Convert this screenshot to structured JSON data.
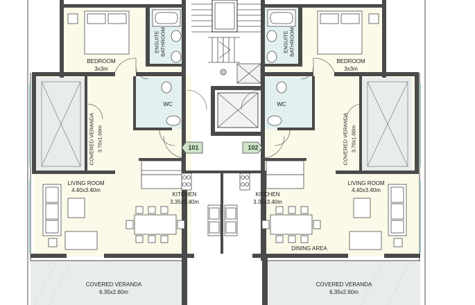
{
  "colors": {
    "wall": "#4a4a4a",
    "room_fill": "#fbf9e8",
    "veranda_fill": "#e9ecec",
    "bath_fill": "#e3f0f0",
    "stair_fill": "#ffffff",
    "window": "#9cc2c6",
    "unit_tag_fill": "#cfe3c8"
  },
  "units": [
    {
      "number": "101"
    },
    {
      "number": "102"
    }
  ],
  "rooms": {
    "bedroom_left": {
      "name": "BEDROOM",
      "size": "3x3m"
    },
    "bedroom_right": {
      "name": "BEDROOM",
      "size": "3x3m"
    },
    "ensuite_left": {
      "line1": "ENSUITE",
      "line2": "BATHROOM"
    },
    "ensuite_right": {
      "line1": "ENSUITE",
      "line2": "BATHROOM"
    },
    "wc_left": {
      "name": "WC"
    },
    "wc_right": {
      "name": "WC"
    },
    "veranda_side_left": {
      "name": "COVERED VERANDA",
      "size": "3.70x1.00m"
    },
    "veranda_side_right": {
      "name": "COVERED VERANDA",
      "size": "3.70x1.00m"
    },
    "living_left": {
      "name": "LIVING ROOM",
      "size": "4.40x3.40m"
    },
    "living_right": {
      "name": "LIVING ROOM",
      "size": "4.40x3.40m"
    },
    "kitchen_left": {
      "name": "KITCHEN",
      "size": "3.35x3.40m"
    },
    "kitchen_right": {
      "name": "KITCHEN",
      "size": "3.35x3.40m"
    },
    "dining_right": {
      "name": "DINING AREA"
    },
    "veranda_bottom_left": {
      "name": "COVERED VERANDA",
      "size": "6.35x2.60m"
    },
    "veranda_bottom_right": {
      "name": "COVERED VERANDA",
      "size": "6.35x2.60m"
    }
  }
}
